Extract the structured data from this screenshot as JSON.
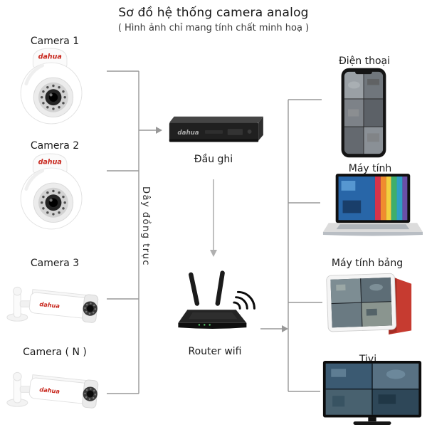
{
  "header": {
    "title": "Sơ đồ hệ thống camera analog",
    "subtitle": "( Hình ảnh chỉ mang tính chất minh hoạ )"
  },
  "brand": "dahua",
  "left_column": {
    "cameras": [
      {
        "label": "Camera 1",
        "icon": "dome-camera-icon"
      },
      {
        "label": "Camera 2",
        "icon": "dome-camera-icon"
      },
      {
        "label": "Camera 3",
        "icon": "bullet-camera-icon"
      },
      {
        "label": "Camera ( N )",
        "icon": "bullet-camera-icon"
      }
    ]
  },
  "center_column": {
    "dvr_label": "Đầu ghi",
    "cable_label": "Dây đồng trục",
    "router_label": "Router wifi"
  },
  "right_column": {
    "devices": [
      {
        "label": "Điện thoại",
        "icon": "smartphone-icon"
      },
      {
        "label": "Máy tính",
        "icon": "laptop-icon"
      },
      {
        "label": "Máy tính bảng",
        "icon": "tablet-icon"
      },
      {
        "label": "Tivi",
        "icon": "tv-icon"
      }
    ]
  },
  "colors": {
    "connector_line": "#989898",
    "brand_red": "#c8281e",
    "tablet_cover_red": "#c63b30",
    "background": "#ffffff",
    "text": "#1c1c1c"
  }
}
